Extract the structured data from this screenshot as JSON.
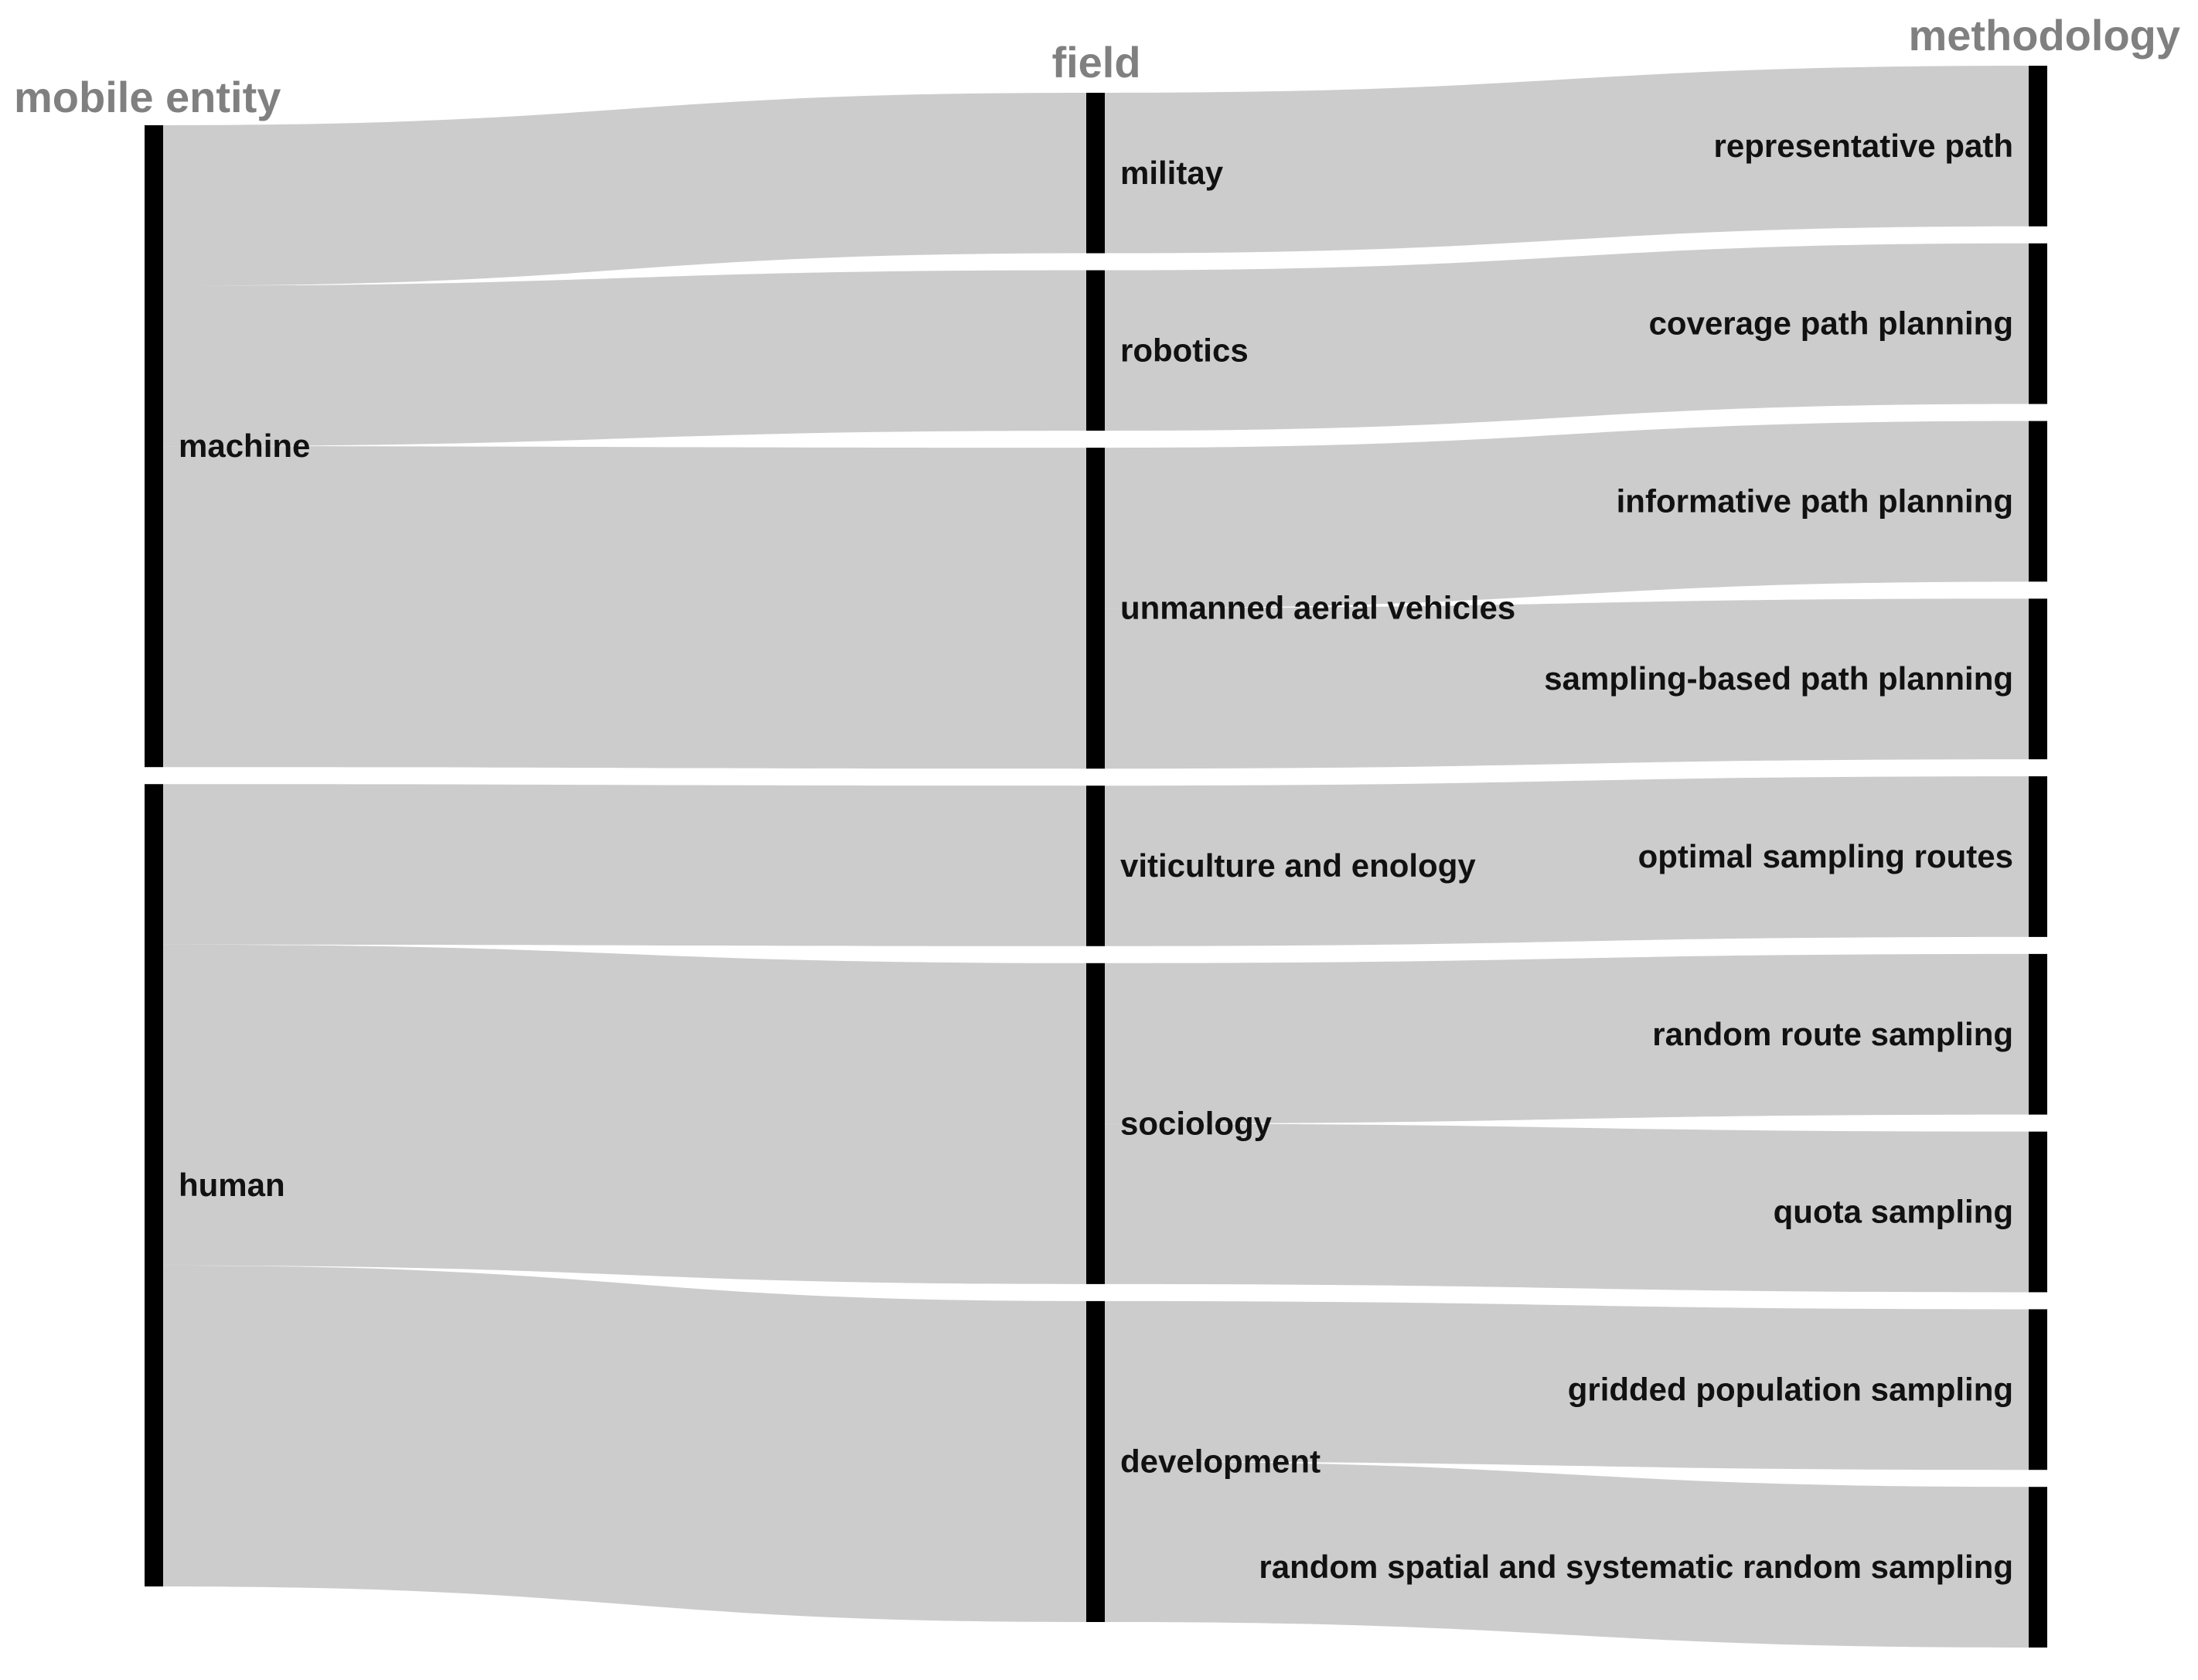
{
  "colors": {
    "flow": "#cccccc",
    "node": "#000000",
    "column_title": "#808080",
    "label": "#111111",
    "background": "#ffffff"
  },
  "columns": {
    "mobile_entity": "mobile entity",
    "field": "field",
    "methodology": "methodology"
  },
  "nodes": {
    "mobile_entity": [
      {
        "id": "machine",
        "label": "machine",
        "value": 4
      },
      {
        "id": "human",
        "label": "human",
        "value": 5
      }
    ],
    "field": [
      {
        "id": "militay",
        "label": "militay",
        "value": 1
      },
      {
        "id": "robotics",
        "label": "robotics",
        "value": 1
      },
      {
        "id": "uav",
        "label": "unmanned aerial vehicles",
        "value": 2
      },
      {
        "id": "viticulture",
        "label": "viticulture and enology",
        "value": 1
      },
      {
        "id": "sociology",
        "label": "sociology",
        "value": 2
      },
      {
        "id": "development",
        "label": "development",
        "value": 2
      }
    ],
    "methodology": [
      {
        "id": "rep_path",
        "label": "representative path",
        "value": 1
      },
      {
        "id": "coverage",
        "label": "coverage path planning",
        "value": 1
      },
      {
        "id": "informative",
        "label": "informative path planning",
        "value": 1
      },
      {
        "id": "sampling_based",
        "label": "sampling-based path planning",
        "value": 1
      },
      {
        "id": "optimal",
        "label": "optimal sampling routes",
        "value": 1
      },
      {
        "id": "random_route",
        "label": "random route sampling",
        "value": 1
      },
      {
        "id": "quota",
        "label": "quota sampling",
        "value": 1
      },
      {
        "id": "gridded",
        "label": "gridded population sampling",
        "value": 1
      },
      {
        "id": "random_spatial",
        "label": "random spatial and systematic random sampling",
        "value": 1
      }
    ]
  },
  "links": [
    {
      "source": "machine",
      "target": "militay",
      "value": 1
    },
    {
      "source": "machine",
      "target": "robotics",
      "value": 1
    },
    {
      "source": "machine",
      "target": "uav",
      "value": 2
    },
    {
      "source": "human",
      "target": "viticulture",
      "value": 1
    },
    {
      "source": "human",
      "target": "sociology",
      "value": 2
    },
    {
      "source": "human",
      "target": "development",
      "value": 2
    },
    {
      "source": "militay",
      "target": "rep_path",
      "value": 1
    },
    {
      "source": "robotics",
      "target": "coverage",
      "value": 1
    },
    {
      "source": "uav",
      "target": "informative",
      "value": 1
    },
    {
      "source": "uav",
      "target": "sampling_based",
      "value": 1
    },
    {
      "source": "viticulture",
      "target": "optimal",
      "value": 1
    },
    {
      "source": "sociology",
      "target": "random_route",
      "value": 1
    },
    {
      "source": "sociology",
      "target": "quota",
      "value": 1
    },
    {
      "source": "development",
      "target": "gridded",
      "value": 1
    },
    {
      "source": "development",
      "target": "random_spatial",
      "value": 1
    }
  ]
}
